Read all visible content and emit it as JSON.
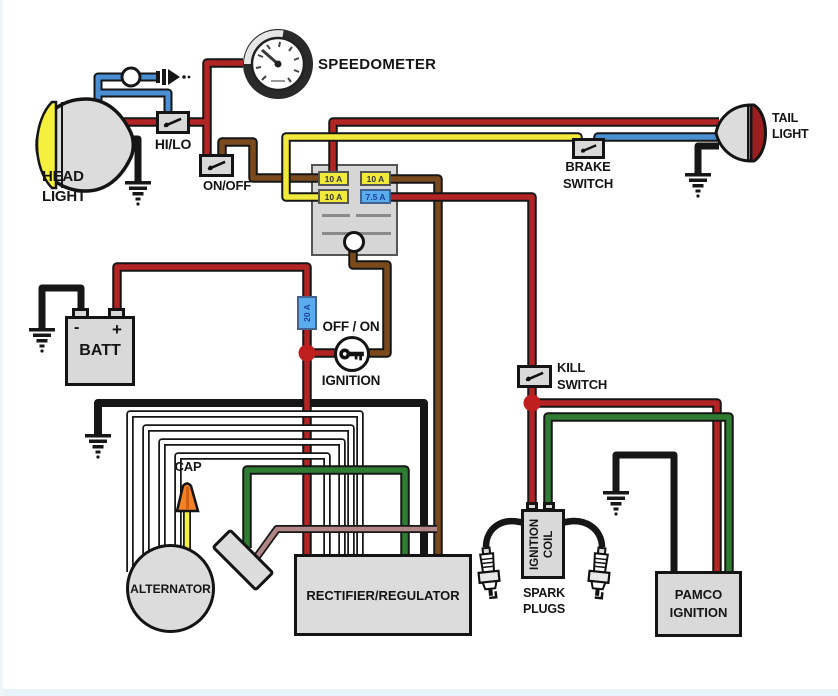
{
  "diagram": {
    "title": "Motorcycle wiring diagram",
    "labels": {
      "head_light": "HEAD\nLIGHT",
      "speedometer": "SPEEDOMETER",
      "tail_light": "TAIL\nLIGHT",
      "hi_lo": "HI/LO",
      "on_off": "ON/OFF",
      "brake_switch": "BRAKE\nSWITCH",
      "kill_switch": "KILL\nSWITCH",
      "off_on": "OFF / ON",
      "ignition": "IGNITION",
      "batt": "BATT",
      "batt_minus": "-",
      "batt_plus": "+",
      "cap": "CAP",
      "alternator": "ALTERNATOR",
      "rectifier": "RECTIFIER/REGULATOR",
      "ignition_coil": "IGNITION\nCOIL",
      "spark_plugs": "SPARK\nPLUGS",
      "pamco": "PAMCO\nIGNITION"
    },
    "fuses": {
      "fuse1": "10 A",
      "fuse2": "10 A",
      "fuse3": "10 A",
      "fuse4": "7.5 A",
      "inline_fuse": "20 A"
    },
    "wire_colors": {
      "red": "#b32424",
      "blue": "#4a8fd4",
      "yellow": "#f2ea3a",
      "green": "#2f7d32",
      "brown": "#7a4a1d",
      "mauve": "#b08585",
      "black": "#161616",
      "white": "#ffffff",
      "tail_lens_red": "#9c1f1f",
      "headlight_lens_yellow": "#f5ef3d",
      "cap_orange": "#f28222"
    }
  }
}
